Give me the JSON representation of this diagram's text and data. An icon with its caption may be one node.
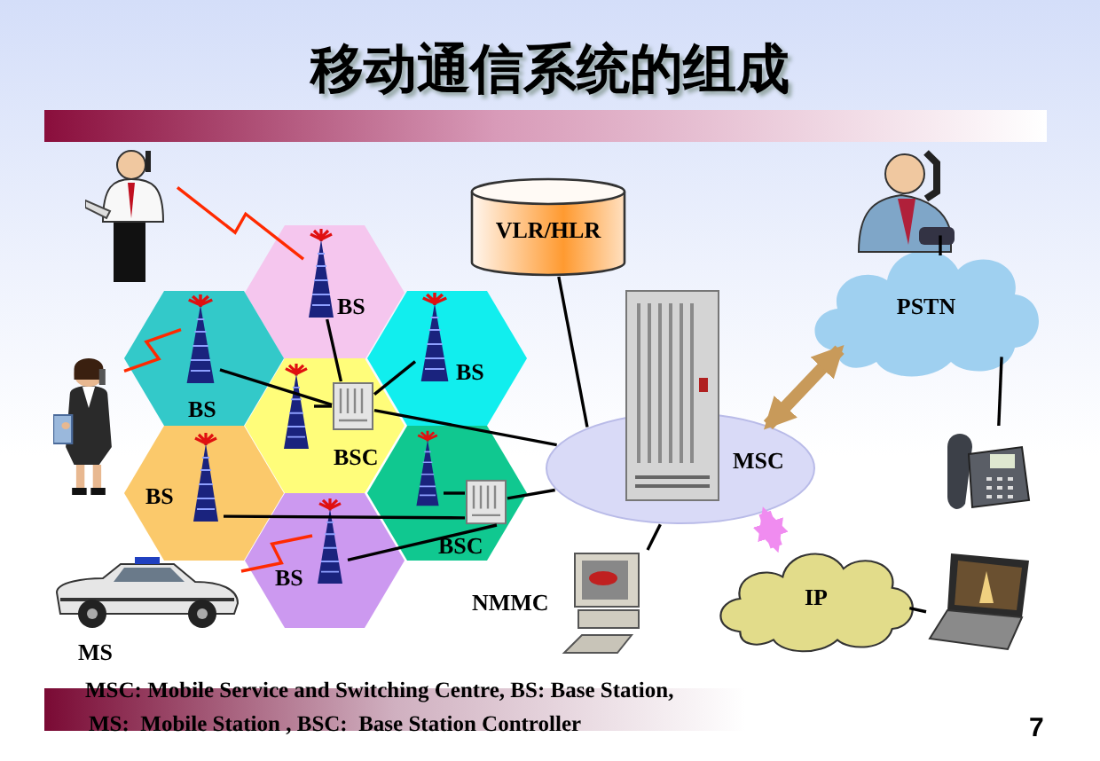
{
  "diagram": {
    "title": "移动通信系统的组成",
    "nodes": [
      {
        "text": [
          "BS"
        ]
      },
      {
        "text": [],
        "shape": "picture",
        "in": 0
      },
      {
        "text": [
          "BS"
        ]
      },
      {
        "text": [],
        "shape": "picture",
        "in": 2
      },
      {
        "text": [
          "BS"
        ]
      },
      {
        "text": [],
        "shape": "picture",
        "in": 4
      },
      {
        "text": [
          "BSC"
        ]
      },
      {
        "text": [],
        "shape": "picture",
        "in": 6
      },
      {
        "text": [],
        "shape": "picture",
        "in": 6
      },
      {
        "text": [
          "BS"
        ]
      },
      {
        "text": [],
        "shape": "picture",
        "in": 9
      },
      {
        "text": [
          "BSC"
        ]
      },
      {
        "text": [],
        "shape": "picture",
        "in": 11
      },
      {
        "text": [],
        "shape": "picture",
        "in": 11
      },
      {
        "text": [
          "BS"
        ]
      },
      {
        "text": [],
        "shape": "picture",
        "in": 14
      },
      {
        "text": [
          "VLR/HLR"
        ]
      },
      {
        "text": [
          "MSC"
        ]
      },
      {
        "text": [
          "PSTN"
        ]
      },
      {
        "text": [],
        "shape": "picture"
      },
      {
        "text": [],
        "shape": "picture"
      },
      {
        "text": [
          "NMMC"
        ]
      },
      {
        "text": [
          "IP"
        ]
      },
      {
        "text": [],
        "shape": "picture"
      },
      {
        "text": [],
        "shape": "picture"
      },
      {
        "text": [],
        "shape": "picture"
      },
      {
        "text": [
          "MS"
        ]
      }
    ],
    "edges": [
      {
        "from": 24,
        "to": 1,
        "arrow": "none",
        "color": "#ff2a00"
      },
      {
        "from": 25,
        "to": 3,
        "arrow": "none",
        "color": "#ff2a00"
      },
      {
        "from": 26,
        "to": 15,
        "arrow": "none",
        "color": "#ff2a00"
      },
      {
        "from": 3,
        "to": 8,
        "arrow": "none"
      },
      {
        "from": 1,
        "to": 8,
        "arrow": "none"
      },
      {
        "from": 7,
        "to": 8,
        "arrow": "none"
      },
      {
        "from": 5,
        "to": 8,
        "arrow": "none"
      },
      {
        "from": 8,
        "to": 17,
        "arrow": "none"
      },
      {
        "from": 10,
        "to": 13,
        "arrow": "none"
      },
      {
        "from": 15,
        "to": 13,
        "arrow": "none"
      },
      {
        "from": 12,
        "to": 13,
        "arrow": "none"
      },
      {
        "from": 13,
        "to": 17,
        "arrow": "none"
      },
      {
        "from": 16,
        "to": 17,
        "arrow": "none"
      },
      {
        "from": 21,
        "to": 17,
        "arrow": "none"
      },
      {
        "from": 17,
        "to": 18,
        "arrow": "both",
        "style": "thick",
        "color": "#c89a5a"
      },
      {
        "from": 17,
        "to": 22,
        "arrow": "both",
        "style": "thick",
        "color": "#f08cf0"
      },
      {
        "from": 19,
        "to": 18,
        "arrow": "none"
      },
      {
        "from": 18,
        "to": 20,
        "arrow": "none"
      },
      {
        "from": 22,
        "to": 23,
        "arrow": "none"
      }
    ],
    "labels": [
      "MSC: Mobile Service and Switching Centre, BS: Base Station,",
      "MS:  Mobile Station , BSC:  Base Station Controller",
      "7"
    ]
  }
}
